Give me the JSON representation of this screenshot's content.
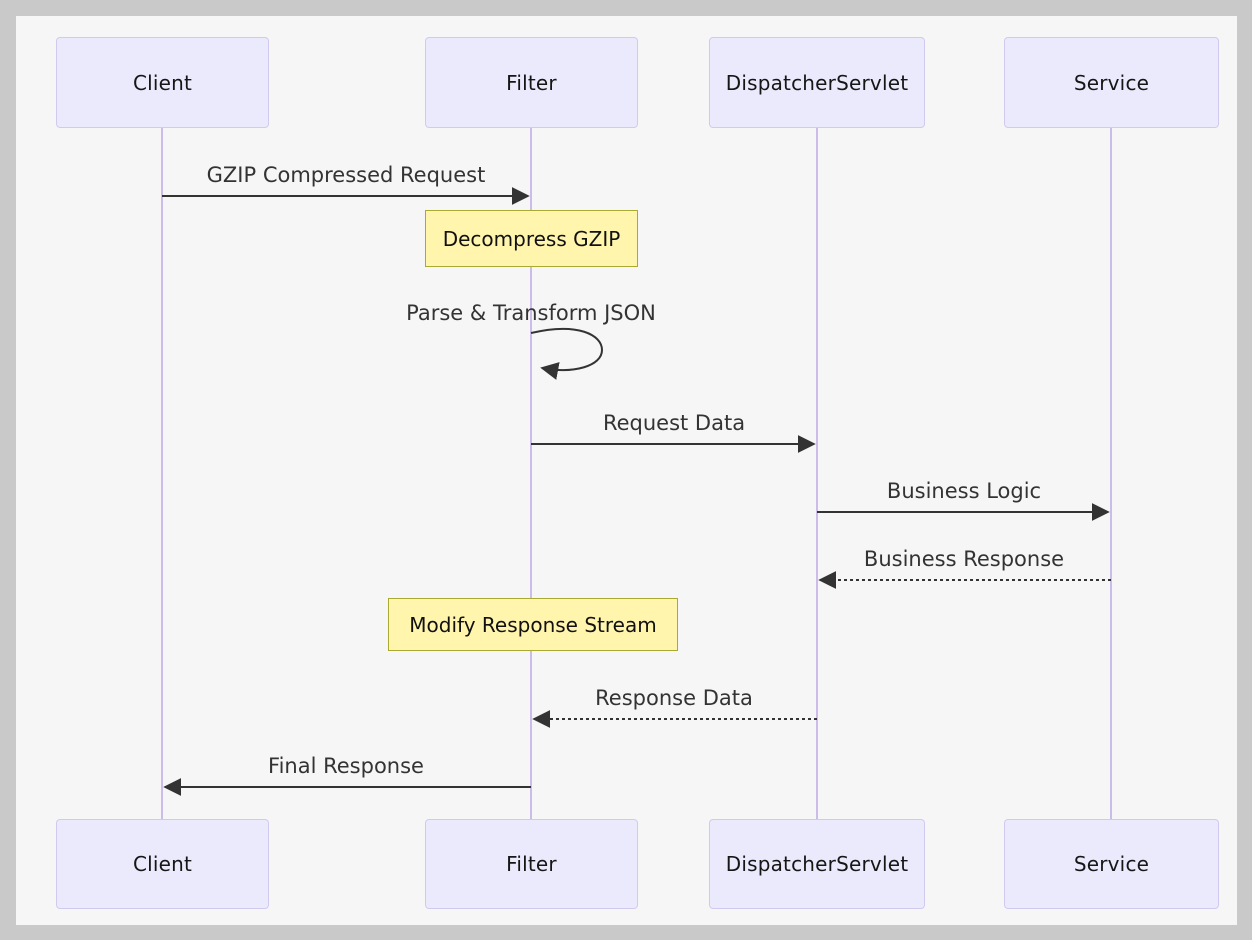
{
  "diagram": {
    "type": "sequence",
    "participants": [
      {
        "id": "client",
        "label": "Client"
      },
      {
        "id": "filter",
        "label": "Filter"
      },
      {
        "id": "dispatcherservlet",
        "label": "DispatcherServlet"
      },
      {
        "id": "service",
        "label": "Service"
      }
    ],
    "messages": [
      {
        "from": "client",
        "to": "filter",
        "label": "GZIP Compressed Request",
        "line": "solid"
      },
      {
        "kind": "note",
        "over": "filter",
        "label": "Decompress GZIP"
      },
      {
        "kind": "self",
        "on": "filter",
        "label": "Parse & Transform JSON"
      },
      {
        "from": "filter",
        "to": "dispatcherservlet",
        "label": "Request Data",
        "line": "solid"
      },
      {
        "from": "dispatcherservlet",
        "to": "service",
        "label": "Business Logic",
        "line": "solid"
      },
      {
        "from": "service",
        "to": "dispatcherservlet",
        "label": "Business Response",
        "line": "dashed"
      },
      {
        "kind": "note",
        "over": "filter",
        "label": "Modify Response Stream"
      },
      {
        "from": "dispatcherservlet",
        "to": "filter",
        "label": "Response Data",
        "line": "dashed"
      },
      {
        "from": "filter",
        "to": "client",
        "label": "Final Response",
        "line": "solid"
      }
    ],
    "colors": {
      "frame_bg": "#c9c9c9",
      "canvas_bg": "#f6f6f6",
      "actor_fill": "#eaeafc",
      "actor_border": "#d2caee",
      "lifeline": "#ccbcea",
      "note_fill": "#fff5ad",
      "note_border": "#aaaa33",
      "arrow": "#333333",
      "msg_text": "#333333",
      "actor_text": "#161616"
    }
  }
}
